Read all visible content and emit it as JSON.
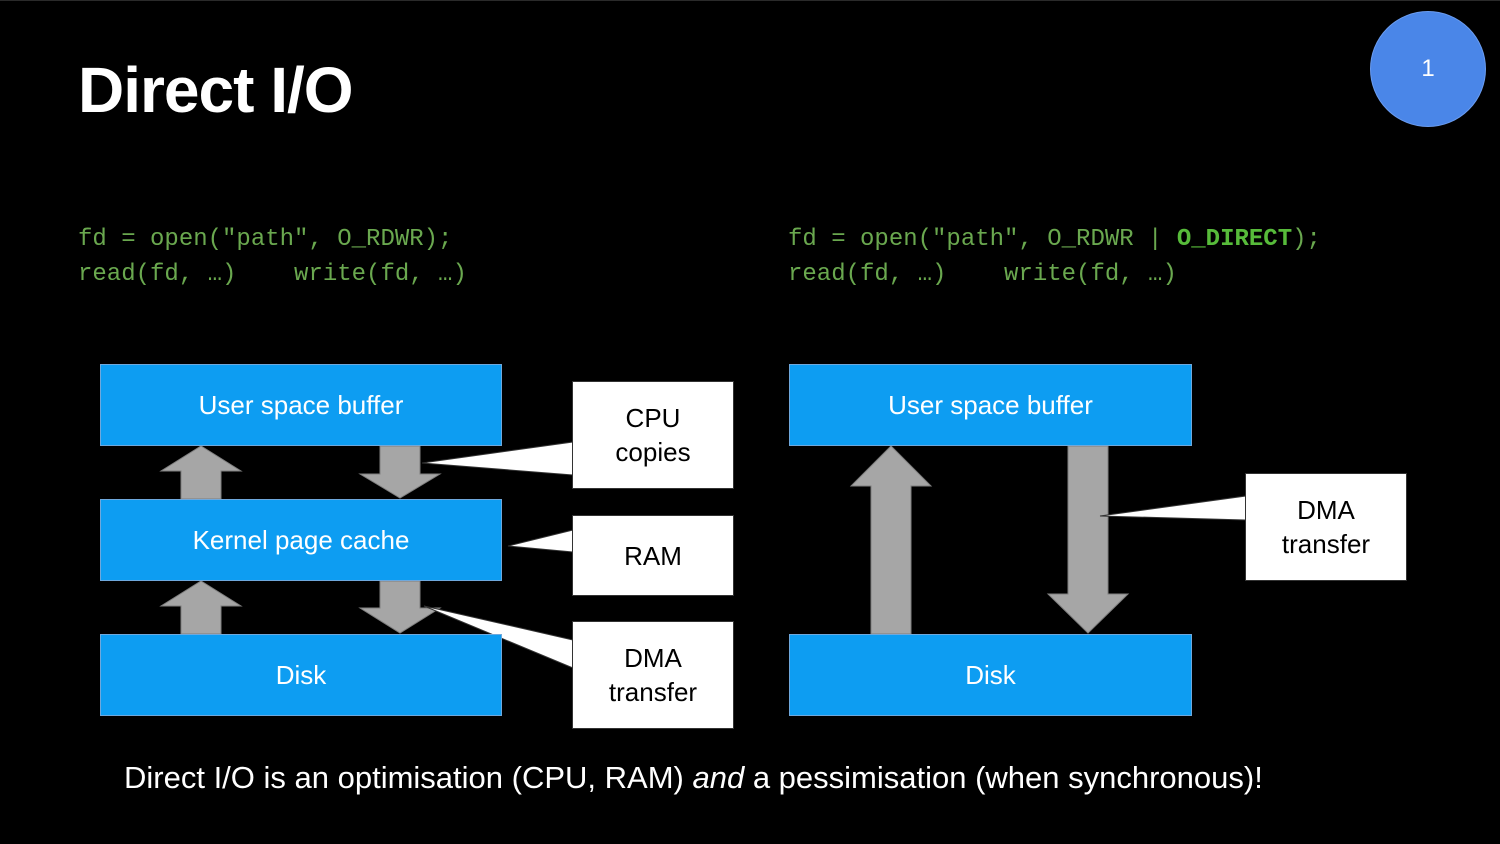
{
  "slide": {
    "title": "Direct I/O",
    "page_number": "1"
  },
  "left": {
    "code_line1": "fd = open(\"path\", O_RDWR);",
    "code_line2": "read(fd, …)    write(fd, …)",
    "boxes": {
      "user_buffer": "User space buffer",
      "page_cache": "Kernel page cache",
      "disk": "Disk"
    },
    "callouts": {
      "cpu_copies_line1": "CPU",
      "cpu_copies_line2": "copies",
      "ram": "RAM",
      "dma_line1": "DMA",
      "dma_line2": "transfer"
    }
  },
  "right": {
    "code_line1_prefix": "fd = open(\"path\", O_RDWR | ",
    "code_line1_flag": "O_DIRECT",
    "code_line1_suffix": ");",
    "code_line2": "read(fd, …)    write(fd, …)",
    "boxes": {
      "user_buffer": "User space buffer",
      "disk": "Disk"
    },
    "callouts": {
      "dma_line1": "DMA",
      "dma_line2": "transfer"
    }
  },
  "footer": {
    "part1": "Direct I/O is an optimisation (CPU, RAM) ",
    "emphasis": "and",
    "part2": " a pessimisation (when synchronous)!"
  },
  "colors": {
    "background": "#000000",
    "box_blue": "#0d9df2",
    "code_green": "#6aa84f",
    "arrow_gray": "#a6a6a6",
    "badge_blue": "#4a86e8"
  }
}
